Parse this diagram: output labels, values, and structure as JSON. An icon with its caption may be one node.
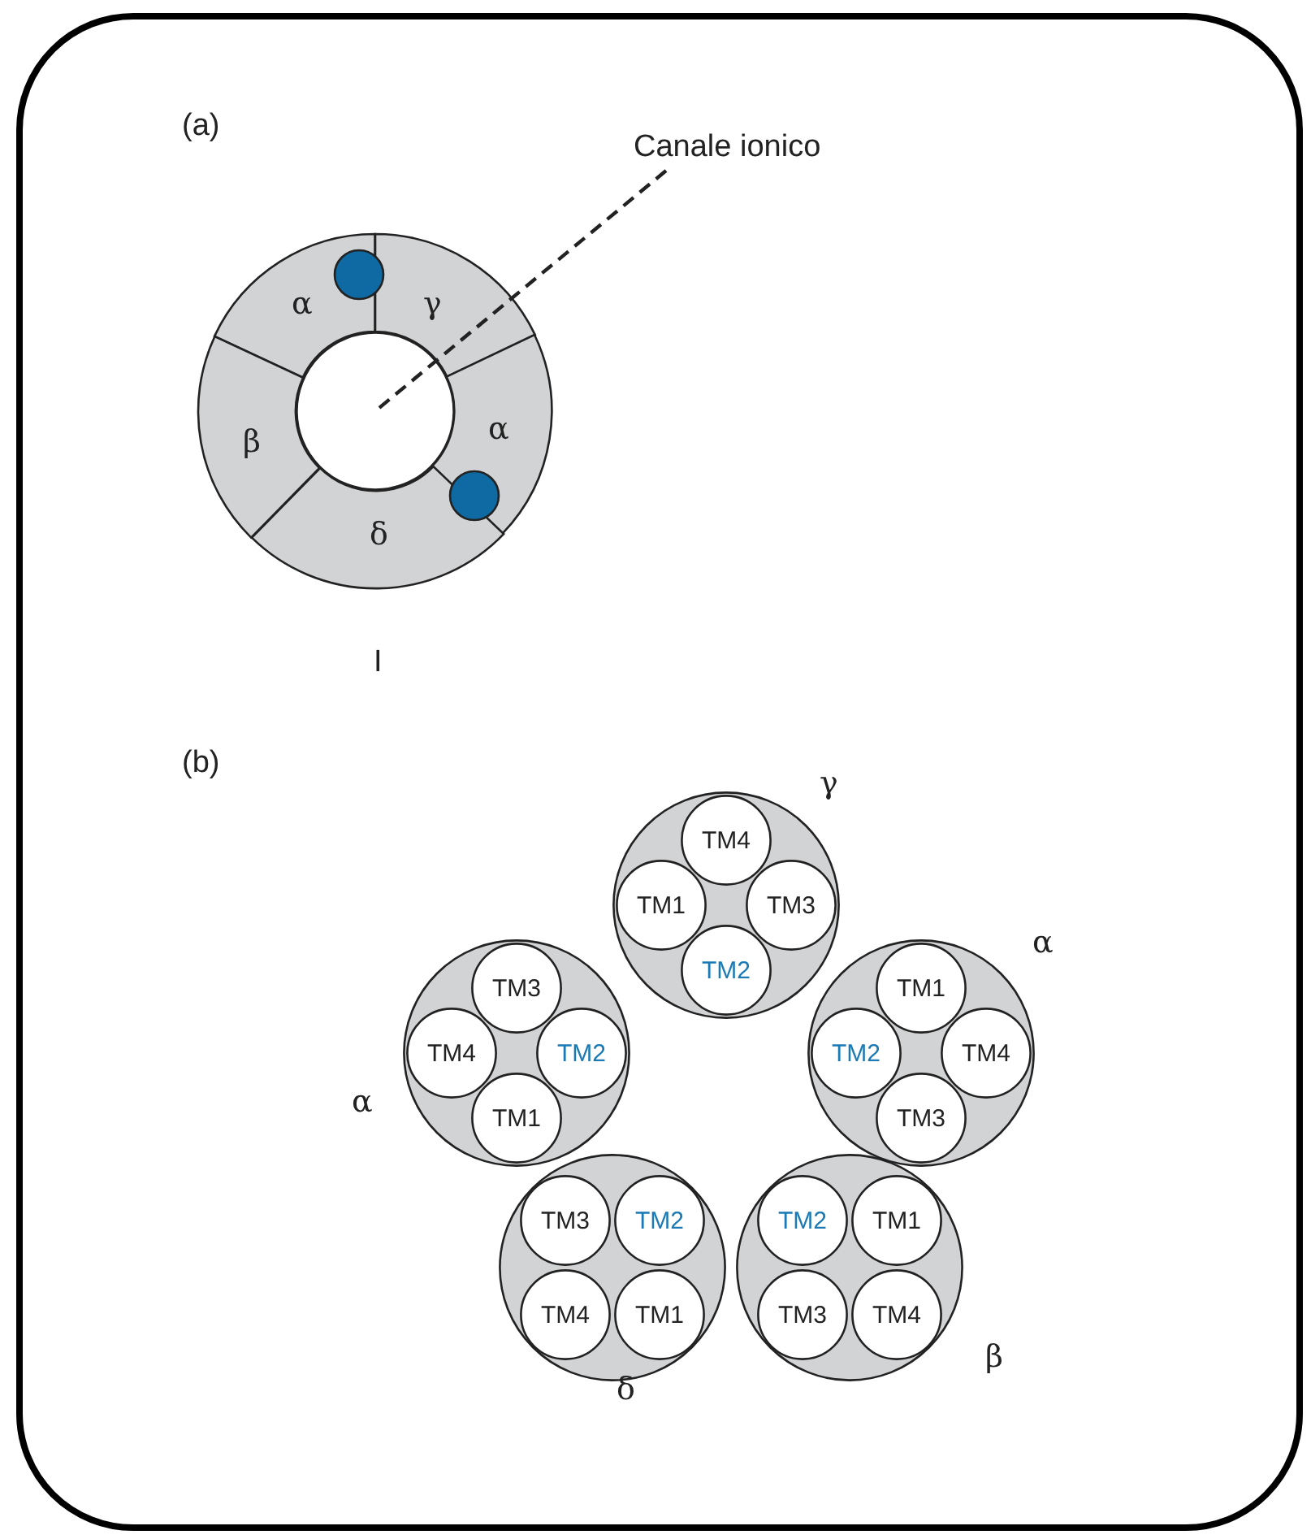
{
  "diagram": {
    "nodes": [
      {
        "text": [
          "Canale ionico"
        ]
      },
      {
        "text": [],
        "shape": "circle"
      },
      {
        "text": [
          "α"
        ]
      },
      {
        "text": [
          "γ"
        ]
      },
      {
        "text": [
          "α"
        ]
      },
      {
        "text": [
          "δ"
        ]
      },
      {
        "text": [
          "β"
        ]
      },
      {
        "text": [],
        "shape": "circle",
        "beside": [
          "γ"
        ]
      },
      {
        "text": [
          "TM4"
        ],
        "in": 7
      },
      {
        "text": [
          "TM1"
        ],
        "in": 7
      },
      {
        "text": [
          "TM3"
        ],
        "in": 7
      },
      {
        "text": [
          "TM2"
        ],
        "in": 7
      },
      {
        "text": [],
        "shape": "circle",
        "beside": [
          "α"
        ]
      },
      {
        "text": [
          "TM3"
        ],
        "in": 12
      },
      {
        "text": [
          "TM4"
        ],
        "in": 12
      },
      {
        "text": [
          "TM2"
        ],
        "in": 12
      },
      {
        "text": [
          "TM1"
        ],
        "in": 12
      },
      {
        "text": [],
        "shape": "circle",
        "beside": [
          "α"
        ]
      },
      {
        "text": [
          "TM1"
        ],
        "in": 17
      },
      {
        "text": [
          "TM2"
        ],
        "in": 17
      },
      {
        "text": [
          "TM4"
        ],
        "in": 17
      },
      {
        "text": [
          "TM3"
        ],
        "in": 17
      },
      {
        "text": [],
        "shape": "circle",
        "beside": [
          "δ"
        ]
      },
      {
        "text": [
          "TM3"
        ],
        "in": 22
      },
      {
        "text": [
          "TM2"
        ],
        "in": 22
      },
      {
        "text": [
          "TM4"
        ],
        "in": 22
      },
      {
        "text": [
          "TM1"
        ],
        "in": 22
      },
      {
        "text": [],
        "shape": "circle",
        "beside": [
          "β"
        ]
      },
      {
        "text": [
          "TM2"
        ],
        "in": 27
      },
      {
        "text": [
          "TM1"
        ],
        "in": 27
      },
      {
        "text": [
          "TM3"
        ],
        "in": 27
      },
      {
        "text": [
          "TM4"
        ],
        "in": 27
      }
    ],
    "edges": [
      {
        "from": 0,
        "to": 1,
        "arrow": "none",
        "style": "dashed"
      }
    ],
    "labels": [
      "(a)",
      "I",
      "(b)"
    ]
  }
}
